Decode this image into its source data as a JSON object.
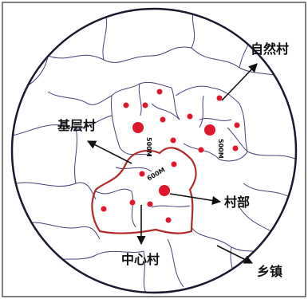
{
  "labels": {
    "natural_village": "自然村",
    "basic_village": "基层村",
    "village_office": "村部",
    "central_village": "中心村",
    "township": "乡镇"
  },
  "distances": {
    "d1": "500M",
    "d2": "500M",
    "d3": "600M"
  },
  "colors": {
    "boundary": "#1a1a2e",
    "parcel_lines": "#4b3f72",
    "central_outline": "#b02a2a",
    "dot": "#e0162b",
    "arrow": "#111111"
  }
}
